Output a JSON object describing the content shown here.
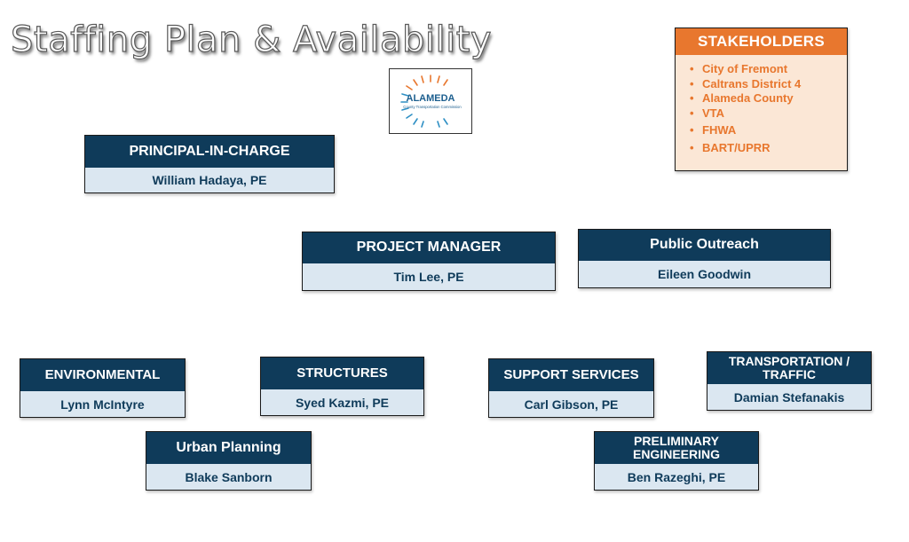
{
  "title": "Staffing Plan & Availability",
  "logo": {
    "text": "ALAMEDA",
    "subtext": "County Transportation Commission",
    "icon": "alameda-ctc-logo"
  },
  "stakeholders": {
    "title": "STAKEHOLDERS",
    "items": [
      "City of Fremont",
      "Caltrans District 4",
      "Alameda County",
      "VTA",
      "FHWA",
      "BART/UPRR"
    ]
  },
  "roles": {
    "principal": {
      "title": "PRINCIPAL-IN-CHARGE",
      "name": "William Hadaya, PE"
    },
    "project_manager": {
      "title": "PROJECT MANAGER",
      "name": "Tim Lee, PE"
    },
    "public_outreach": {
      "title": "Public Outreach",
      "name": "Eileen Goodwin"
    },
    "environmental": {
      "title": "ENVIRONMENTAL",
      "name": "Lynn McIntyre"
    },
    "structures": {
      "title": "STRUCTURES",
      "name": "Syed Kazmi, PE"
    },
    "support_services": {
      "title": "SUPPORT SERVICES",
      "name": "Carl Gibson, PE"
    },
    "transportation_traffic": {
      "title": "TRANSPORTATION / TRAFFIC",
      "name": "Damian Stefanakis"
    },
    "urban_planning": {
      "title": "Urban Planning",
      "name": "Blake Sanborn"
    },
    "preliminary_engineering": {
      "title": "PRELIMINARY ENGINEERING",
      "name": "Ben Razeghi, PE"
    }
  },
  "colors": {
    "header_navy": "#0f3b5a",
    "name_fill": "#dbe7f1",
    "stakeholder_orange": "#e8772e",
    "stakeholder_fill": "#fbe7d6"
  }
}
